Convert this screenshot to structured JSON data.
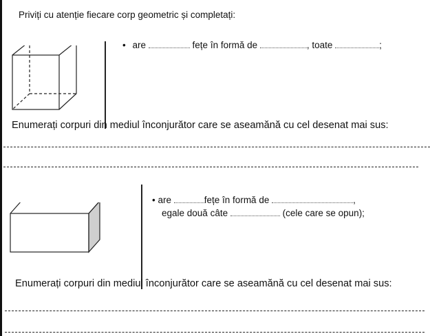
{
  "title": "Priviți cu atenție fiecare corp geometric și completați:",
  "cube": {
    "bullet": "•",
    "are": "are",
    "fete": "fețe în formă de",
    "toate": ", toate",
    "end": ";"
  },
  "enumerate_prompt": "Enumerați  corpuri din mediul înconjurător care se aseamănă cu cel desenat mai sus:",
  "box": {
    "bullet": "•",
    "are": "are",
    "fete": "fețe în formă de",
    "comma": ",",
    "egale": "egale două câte",
    "opun": "(cele care se opun);"
  }
}
